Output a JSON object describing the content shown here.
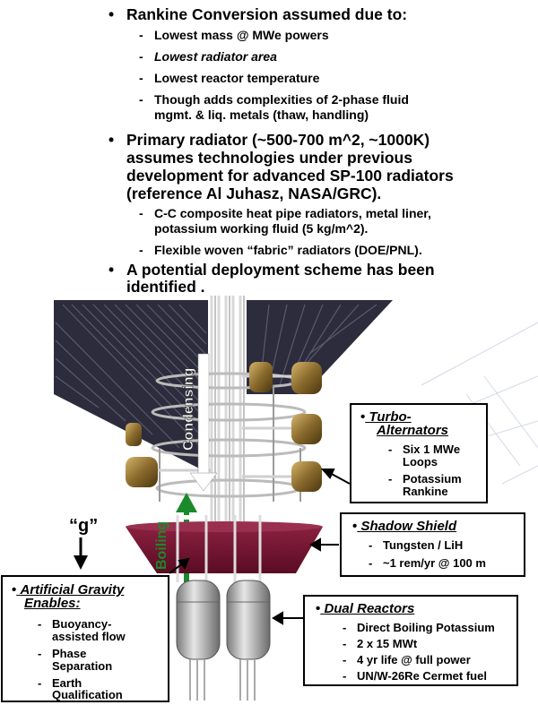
{
  "bullets": [
    {
      "text": "Rankine Conversion assumed due to:",
      "subs": [
        {
          "text": "Lowest mass @ MWe powers",
          "italic": false
        },
        {
          "text": "Lowest radiator area",
          "italic": true
        },
        {
          "text": "Lowest reactor temperature",
          "italic": false
        },
        {
          "text": "Though adds complexities of 2-phase fluid",
          "italic": false
        },
        {
          "text": "mgmt. & liq. metals (thaw, handling)",
          "italic": false
        }
      ]
    },
    {
      "lines": [
        "Primary radiator (~500-700 m^2, ~1000K)",
        "assumes technologies under previous",
        "development for advanced SP-100 radiators",
        "(reference Al Juhasz, NASA/GRC)."
      ],
      "subs": [
        "C-C composite heat pipe radiators, metal liner,",
        "potassium working fluid (5 kg/m^2).",
        "Flexible woven “fabric” radiators (DOE/PNL)."
      ]
    },
    {
      "lines": [
        "A potential deployment scheme has been",
        "identified ."
      ]
    }
  ],
  "diagram": {
    "condensing_label": "Condensing",
    "boiling_label": "Boiling",
    "gravity_label": "“g”"
  },
  "callouts": {
    "turbo": {
      "title_line1": "Turbo-",
      "title_line2": "Alternators",
      "items": [
        "Six 1 MWe",
        "Loops",
        "Potassium",
        "Rankine"
      ]
    },
    "shield": {
      "title": "Shadow Shield",
      "items": [
        "Tungsten / LiH",
        "~1 rem/yr @ 100 m"
      ]
    },
    "gravity": {
      "title_line1": "Artificial Gravity",
      "title_line2": "Enables:",
      "items": [
        "Buoyancy-",
        "assisted flow",
        "Phase",
        "Separation",
        "Earth",
        "Qualification"
      ]
    },
    "reactors": {
      "title": "Dual Reactors",
      "items": [
        "Direct Boiling Potassium",
        "2 x 15 MWt",
        "4 yr life @ full power",
        "UN/W-26Re Cermet fuel"
      ]
    }
  },
  "colors": {
    "radiator_dark": "#2c2c3c",
    "shield": "#7a1636",
    "turbo_brass": "#8a6a2c",
    "boiling_arrow": "#1a8a2a",
    "pipe": "#d8d8d8"
  }
}
